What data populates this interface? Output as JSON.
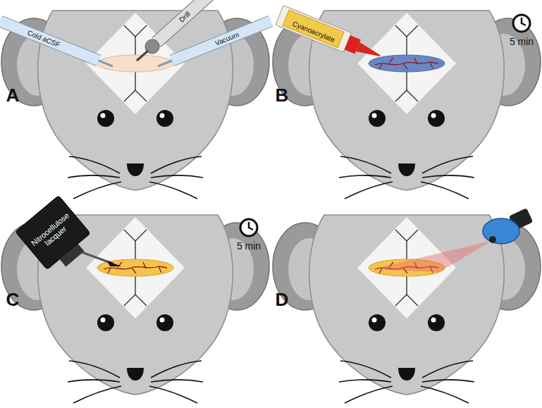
{
  "diagram": {
    "labels": [
      "A",
      "Cold aCSF",
      "Drill",
      "Vacuum",
      "B",
      "Cyanoacrylate",
      "5 min",
      "C",
      "Nitrocellulose lacquer",
      "5 min",
      "D"
    ]
  }
}
